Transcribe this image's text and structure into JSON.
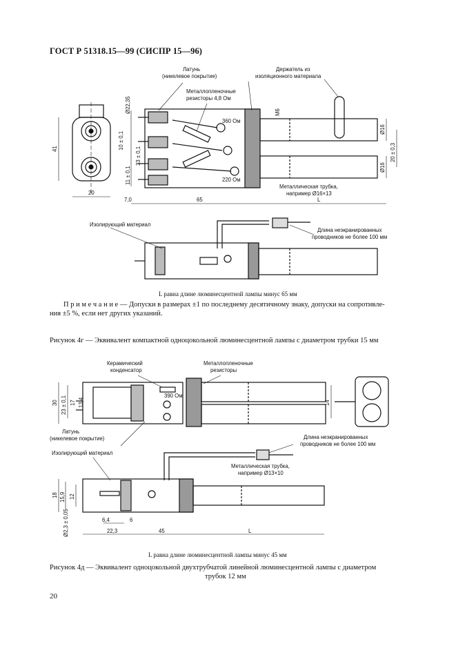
{
  "header": {
    "title": "ГОСТ Р 51318.15—99 (СИСПР 15—96)"
  },
  "figure_4g": {
    "labels": {
      "brass": "Латунь",
      "brass_note": "(никелевое покрытие)",
      "holder_1": "Держатель из",
      "holder_2": "изоляционного материала",
      "resistors_1": "Металлопленочные",
      "resistors_2": "резисторы 4,8 Ом",
      "r360": "360 Ом",
      "r220": "220 Ом",
      "tube_1": "Металлическая трубка,",
      "tube_2": "например Ø16×13",
      "insulating": "Изолирующий материал",
      "wires_1": "Длина неэкранированных",
      "wires_2": "проводников не более 100 мм"
    },
    "dims": {
      "d2235": "Ø22,35",
      "m6": "M6",
      "d16": "Ø16",
      "d16b": "Ø16",
      "h20": "20 ± 0,3",
      "h41": "41",
      "h10": "10 ± 0,1",
      "h33": "33 ± 0,1",
      "h11": "11 ± 0,1",
      "w20": "20",
      "w7": "7,0",
      "w65": "65",
      "wL": "L"
    },
    "caption": "L равна длине люминесцентной лампы минус 65 мм"
  },
  "note": {
    "lead": "П р и м е ч а н и е — ",
    "line1": "Допуски в размерах ±1 по последнему десятичному знаку, допуски на сопротивле-",
    "line2": "ния ±5 %, если нет других указаний."
  },
  "figure_4g_title": "Рисунок 4г — Эквивалент компактной одноцокольной люминесцентной лампы с диаметром трубки 15 мм",
  "figure_4d": {
    "labels": {
      "capacitor_1": "Керамический",
      "capacitor_2": "конденсатор",
      "resistors_1": "Металлопленочные",
      "resistors_2": "резисторы",
      "r_small": "390 Ом",
      "brass": "Латунь",
      "brass_note": "(никелевое покрытие)",
      "wires_1": "Длина неэкранированных",
      "wires_2": "проводников не более 100 мм",
      "insulating": "Изолирующий материал",
      "tube_1": "Металлическая трубка,",
      "tube_2": "например Ø13×10"
    },
    "dims": {
      "h30": "30",
      "h23": "23 ± 0,1",
      "h17": "17",
      "h134": "13,4",
      "h14": "14",
      "h18": "18",
      "h159": "15,9",
      "h12": "12",
      "d23": "Ø2,3 ± 0,05",
      "w64": "6,4",
      "w6": "6",
      "w223": "22,3",
      "w45": "45",
      "wL": "L"
    },
    "caption": "L равна длине люминесцентной лампы минус 45 мм"
  },
  "figure_4d_title_1": "Рисунок 4д — Эквивалент одноцокольной двухтрубчатой линейной люминесцентной лампы с диаметром",
  "figure_4d_title_2": "трубок 12 мм",
  "page_number": "20"
}
